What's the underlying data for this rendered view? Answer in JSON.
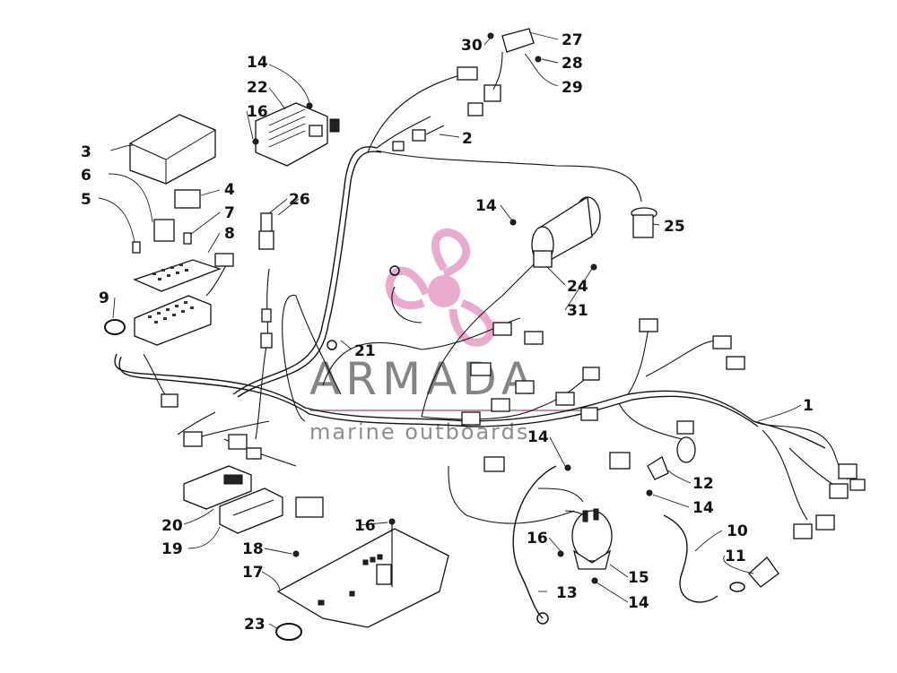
{
  "watermark": {
    "brand": "ARMADA",
    "tagline": "marine outboards",
    "accent_color": "#e6a3c8"
  },
  "callouts": [
    {
      "id": "c1",
      "label": "1"
    },
    {
      "id": "c2",
      "label": "2"
    },
    {
      "id": "c3",
      "label": "3"
    },
    {
      "id": "c4",
      "label": "4"
    },
    {
      "id": "c5",
      "label": "5"
    },
    {
      "id": "c6",
      "label": "6"
    },
    {
      "id": "c7",
      "label": "7"
    },
    {
      "id": "c8",
      "label": "8"
    },
    {
      "id": "c9",
      "label": "9"
    },
    {
      "id": "c10",
      "label": "10"
    },
    {
      "id": "c11",
      "label": "11"
    },
    {
      "id": "c12",
      "label": "12"
    },
    {
      "id": "c13",
      "label": "13"
    },
    {
      "id": "c14a",
      "label": "14"
    },
    {
      "id": "c14b",
      "label": "14"
    },
    {
      "id": "c14c",
      "label": "14"
    },
    {
      "id": "c14d",
      "label": "14"
    },
    {
      "id": "c14e",
      "label": "14"
    },
    {
      "id": "c15",
      "label": "15"
    },
    {
      "id": "c16a",
      "label": "16"
    },
    {
      "id": "c16b",
      "label": "16"
    },
    {
      "id": "c16c",
      "label": "16"
    },
    {
      "id": "c17",
      "label": "17"
    },
    {
      "id": "c18",
      "label": "18"
    },
    {
      "id": "c19",
      "label": "19"
    },
    {
      "id": "c20",
      "label": "20"
    },
    {
      "id": "c21",
      "label": "21"
    },
    {
      "id": "c22",
      "label": "22"
    },
    {
      "id": "c23",
      "label": "23"
    },
    {
      "id": "c24",
      "label": "24"
    },
    {
      "id": "c25",
      "label": "25"
    },
    {
      "id": "c26",
      "label": "26"
    },
    {
      "id": "c27",
      "label": "27"
    },
    {
      "id": "c28",
      "label": "28"
    },
    {
      "id": "c29",
      "label": "29"
    },
    {
      "id": "c30",
      "label": "30"
    },
    {
      "id": "c31",
      "label": "31"
    }
  ]
}
